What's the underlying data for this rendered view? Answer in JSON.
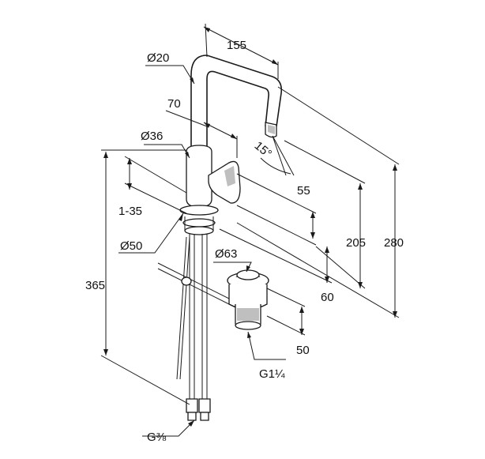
{
  "labels": {
    "d155": "155",
    "d20": "Ø20",
    "d70": "70",
    "d36": "Ø36",
    "d15": "15°",
    "d55": "55",
    "d1_35": "1-35",
    "d205": "205",
    "d280": "280",
    "d50dia": "Ø50",
    "d63": "Ø63",
    "d365": "365",
    "d60": "60",
    "d50": "50",
    "g114": "G1¼",
    "g38": "G⅜"
  },
  "colors": {
    "line": "#1a1a1a",
    "shade": "#bfbfbf",
    "background": "#ffffff"
  }
}
